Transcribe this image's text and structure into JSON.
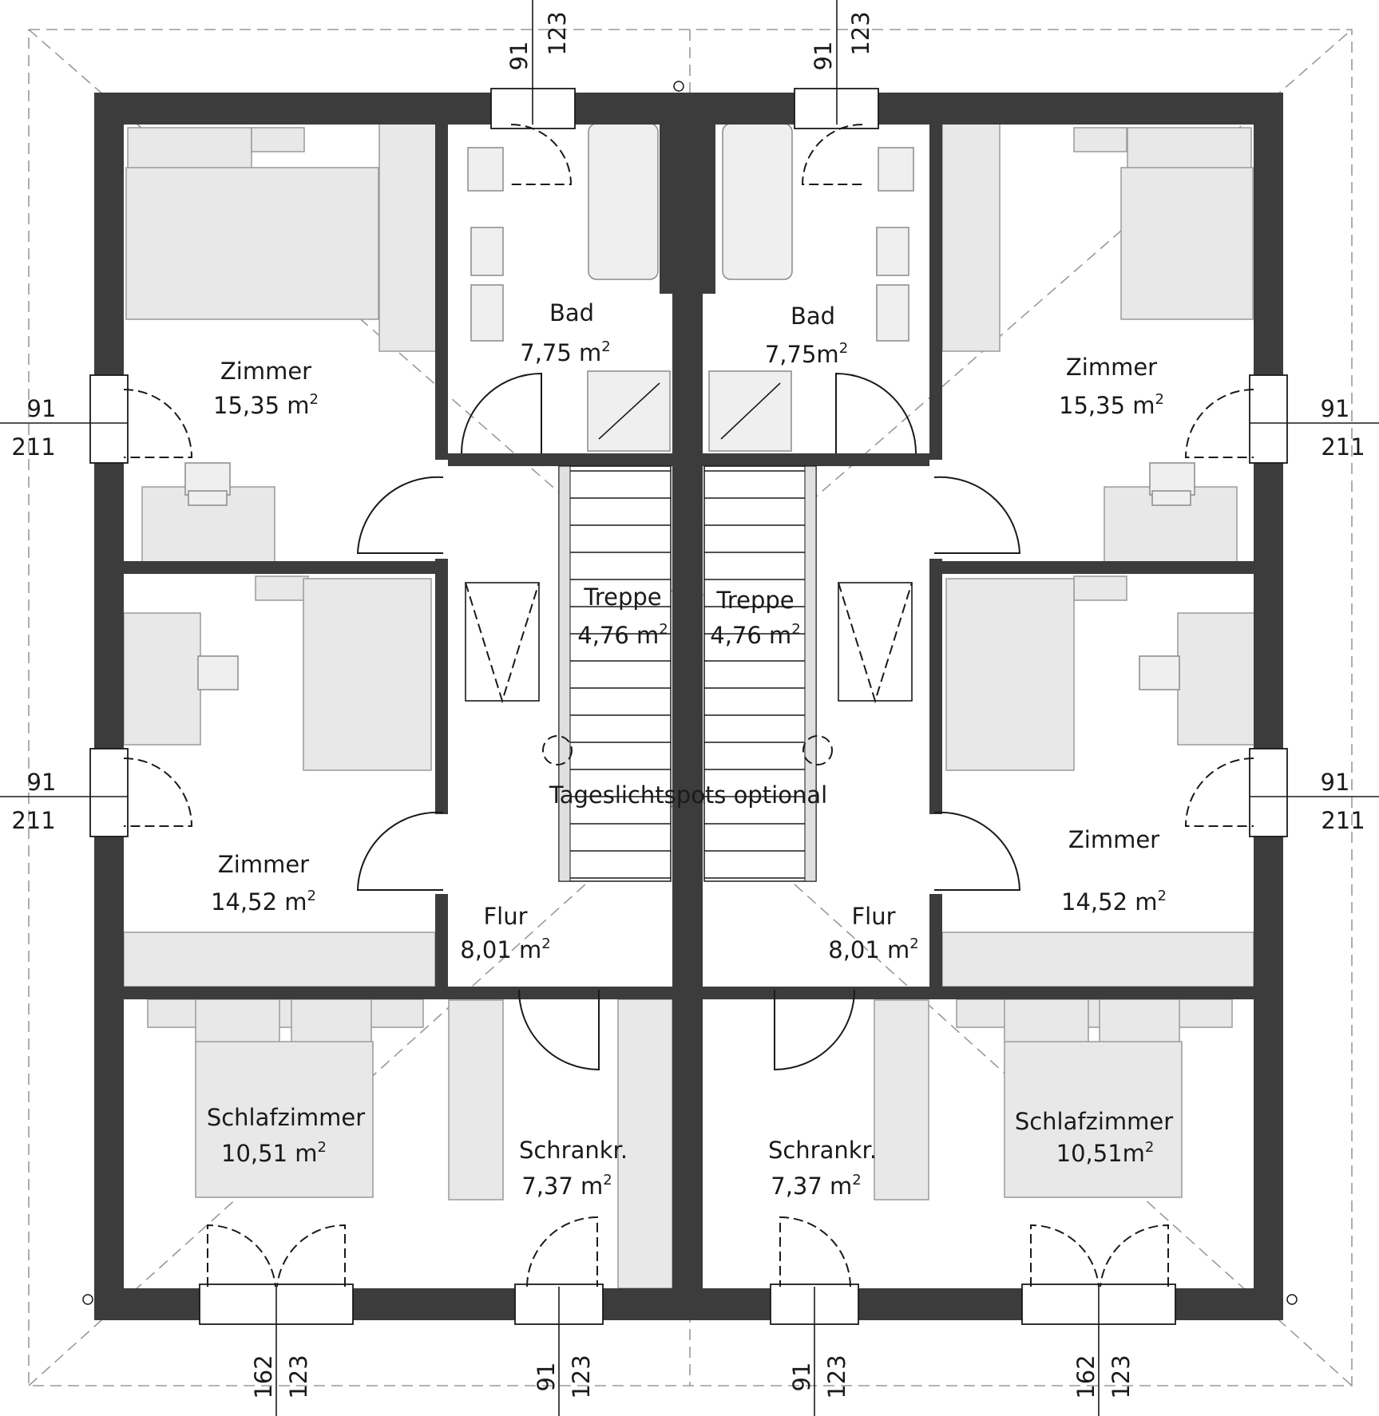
{
  "rooms": {
    "bad_left": {
      "name": "Bad",
      "area": "7,75 m",
      "sup": "2"
    },
    "bad_right": {
      "name": "Bad",
      "area": "7,75m",
      "sup": "2"
    },
    "zimmer_tl": {
      "name": "Zimmer",
      "area": "15,35 m",
      "sup": "2"
    },
    "zimmer_tr": {
      "name": "Zimmer",
      "area": "15,35 m",
      "sup": "2"
    },
    "zimmer_ml": {
      "name": "Zimmer",
      "area": "14,52 m",
      "sup": "2"
    },
    "zimmer_mr": {
      "name": "Zimmer",
      "area": "14,52 m",
      "sup": "2"
    },
    "treppe_left": {
      "name": "Treppe",
      "area": "4,76 m",
      "sup": "2"
    },
    "treppe_right": {
      "name": "Treppe",
      "area": "4,76 m",
      "sup": "2"
    },
    "flur_left": {
      "name": "Flur",
      "area": "8,01 m",
      "sup": "2"
    },
    "flur_right": {
      "name": "Flur",
      "area": "8,01 m",
      "sup": "2"
    },
    "schlaf_left": {
      "name": "Schlafzimmer",
      "area": "10,51 m",
      "sup": "2"
    },
    "schlaf_right": {
      "name": "Schlafzimmer",
      "area": "10,51m",
      "sup": "2"
    },
    "schrank_left": {
      "name": "Schrankr.",
      "area": "7,37 m",
      "sup": "2"
    },
    "schrank_right": {
      "name": "Schrankr.",
      "area": "7,37 m",
      "sup": "2"
    }
  },
  "note": "Tageslichtspots optional",
  "dimensions": {
    "top_left": [
      "91",
      "123"
    ],
    "top_right": [
      "91",
      "123"
    ],
    "left_upper": [
      "91",
      "211"
    ],
    "left_lower": [
      "91",
      "211"
    ],
    "right_upper": [
      "91",
      "211"
    ],
    "right_lower": [
      "91",
      "211"
    ],
    "bottom_a": [
      "162",
      "123"
    ],
    "bottom_b": [
      "91",
      "123"
    ],
    "bottom_c": [
      "91",
      "123"
    ],
    "bottom_d": [
      "162",
      "123"
    ]
  }
}
